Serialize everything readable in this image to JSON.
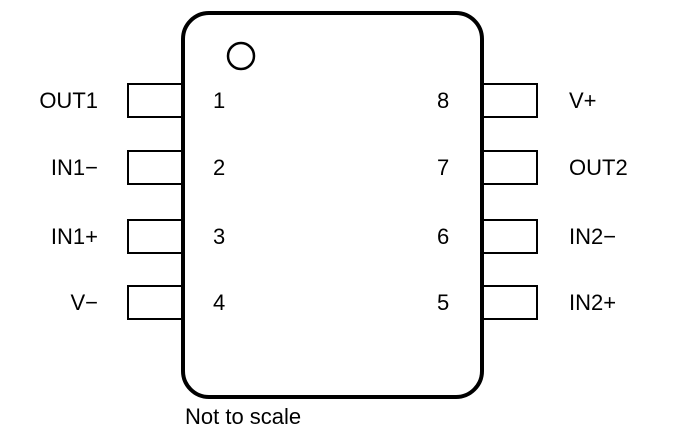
{
  "package": {
    "pins_left": [
      {
        "number": "1",
        "name": "OUT1"
      },
      {
        "number": "2",
        "name": "IN1−"
      },
      {
        "number": "3",
        "name": "IN1+"
      },
      {
        "number": "4",
        "name": "V−"
      }
    ],
    "pins_right": [
      {
        "number": "8",
        "name": "V+"
      },
      {
        "number": "7",
        "name": "OUT2"
      },
      {
        "number": "6",
        "name": "IN2−"
      },
      {
        "number": "5",
        "name": "IN2+"
      }
    ],
    "caption": "Not to scale"
  }
}
